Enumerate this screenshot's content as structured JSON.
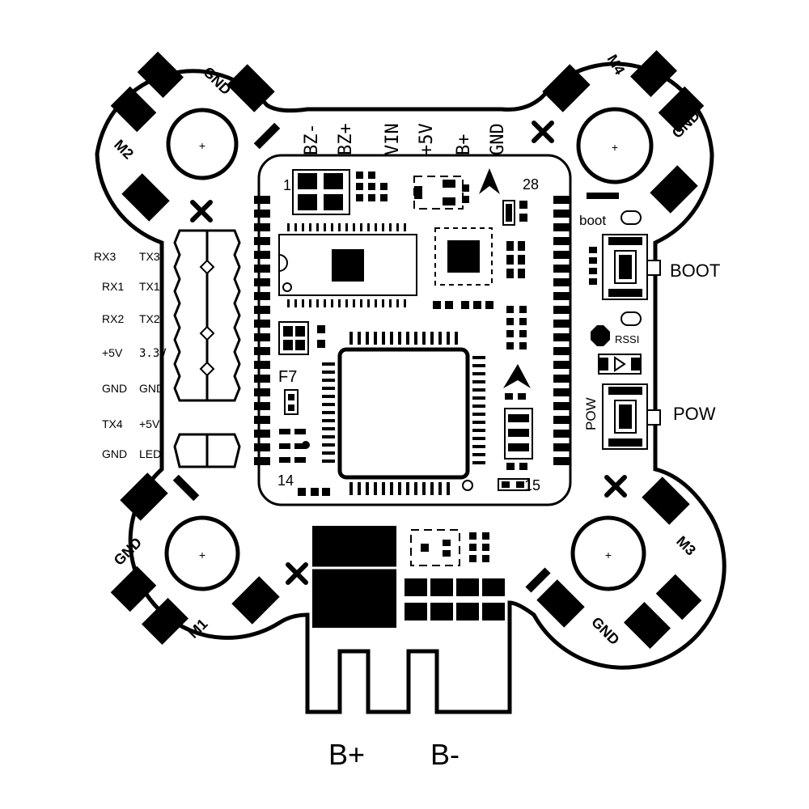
{
  "board": {
    "top_pads": [
      "BZ-",
      "BZ+",
      "VIN",
      "+5V",
      "B+",
      "GND"
    ],
    "motors": {
      "m1": {
        "label": "M1",
        "gnd_label": "GND"
      },
      "m2": {
        "label": "M2",
        "gnd_label": "GND"
      },
      "m3": {
        "label": "M3",
        "gnd_label": "GND"
      },
      "m4": {
        "label": "M4",
        "gnd_label": "GND"
      }
    },
    "uart_pads": [
      {
        "left": "RX3",
        "right": "TX3"
      },
      {
        "left": "RX1",
        "right": "TX1"
      },
      {
        "left": "RX2",
        "right": "TX2"
      },
      {
        "left": "+5V",
        "right": "3.3V"
      },
      {
        "left": "GND",
        "right": "GND"
      },
      {
        "left": "TX4",
        "right": "+5V"
      },
      {
        "left": "GND",
        "right": "LED"
      }
    ],
    "right_labels": {
      "boot_small": "boot",
      "boot": "BOOT",
      "rssi": "RSSI",
      "pow_small": "POW",
      "pow": "POW"
    },
    "chip_marks": {
      "pin1": "1",
      "pin28": "28",
      "mcu": "F7",
      "pin14": "14",
      "pin15": "15"
    },
    "battery": {
      "plus": "B+",
      "minus": "B-"
    }
  }
}
